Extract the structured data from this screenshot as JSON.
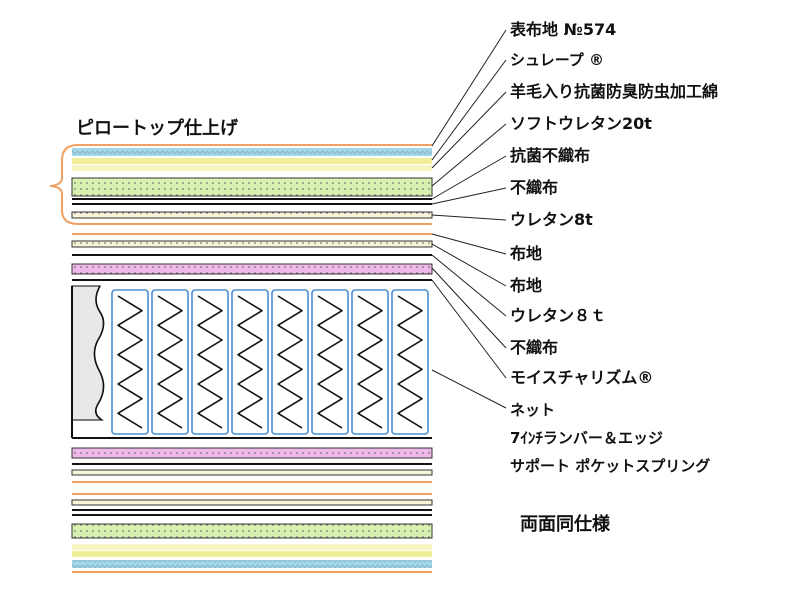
{
  "title": "ピロートップ仕上げ",
  "footer": "両面同仕様",
  "labels": [
    "表布地 №574",
    "シュレープ ®",
    "羊毛入り抗菌防臭防虫加工綿",
    "ソフトウレタン20t",
    "抗菌不織布",
    "不織布",
    "ウレタン8t",
    "布地",
    "布地",
    "ウレタン８ｔ",
    "不織布",
    "モイスチャリズム®",
    "ネット",
    "7ｲﾝﾁランバー＆エッジ",
    "サポート ポケットスプリング"
  ],
  "colors": {
    "bracket": "#f0a060",
    "fabric_blue": "#9fd8e8",
    "wool_yellow": "#f0ef98",
    "urethane_green": "#d8f0b0",
    "moisturism_pink": "#f0b8e8",
    "spring_frame": "#4a90d0",
    "orange_line": "#f0a060"
  }
}
